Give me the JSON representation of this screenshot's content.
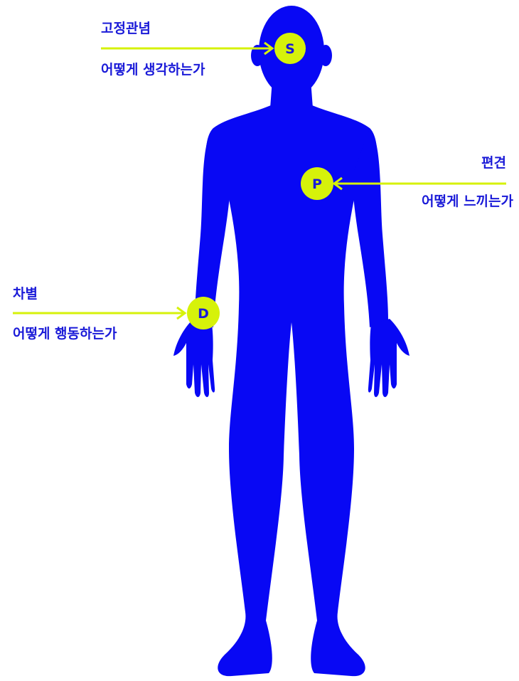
{
  "colors": {
    "body": "#0808f4",
    "marker": "#d6f20a",
    "text": "#1a1ad8",
    "background": "#ffffff"
  },
  "labels": {
    "s": {
      "letter": "S",
      "title": "고정관념",
      "subtitle": "어떻게 생각하는가"
    },
    "p": {
      "letter": "P",
      "title": "편견",
      "subtitle": "어떻게 느끼는가"
    },
    "d": {
      "letter": "D",
      "title": "차별",
      "subtitle": "어떻게 행동하는가"
    }
  }
}
